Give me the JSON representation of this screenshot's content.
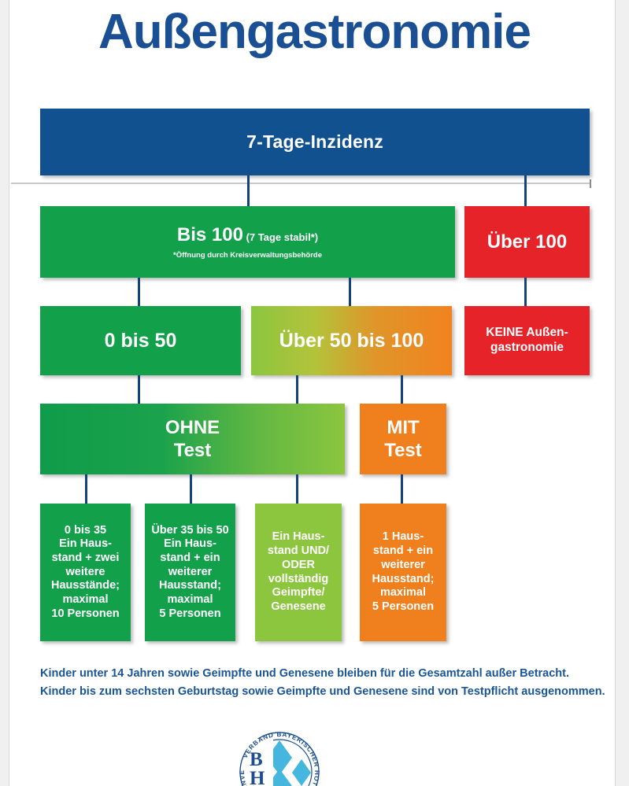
{
  "poster": {
    "title": "Außengastronomie",
    "header": {
      "label": "7-Tage-Inzidenz"
    },
    "colors": {
      "brand_blue": "#12518f",
      "title_blue": "#1a4f93",
      "connector_blue": "#14427c",
      "green": "#13a04b",
      "light_green": "#8cc63f",
      "orange": "#f07f1e",
      "red": "#e52329"
    },
    "row_incidence": [
      {
        "label": "Bis 100",
        "sub": "(7 Tage stabil*)",
        "note": "*Öffnung durch Kreisverwaltungsbehörde",
        "color": "green"
      },
      {
        "label": "Über 100",
        "color": "red"
      }
    ],
    "row_range": [
      {
        "label": "0 bis 50",
        "color": "green"
      },
      {
        "label": "Über 50 bis 100",
        "color": "green-to-orange-gradient"
      },
      {
        "label": "KEINE Außen-\ngastronomie",
        "color": "red"
      }
    ],
    "row_test": [
      {
        "line1": "OHNE",
        "line2": "Test",
        "color": "dark-green-to-light-green-gradient"
      },
      {
        "line1": "MIT",
        "line2": "Test",
        "color": "orange"
      }
    ],
    "row_rules": [
      {
        "text": "0 bis 35\nEin Haus-\nstand + zwei\nweitere\nHausstände;\nmaximal\n10 Personen",
        "color": "green"
      },
      {
        "text": "Über 35 bis 50\nEin Haus-\nstand + ein\nweiterer\nHausstand;\nmaximal\n5 Personen",
        "color": "green"
      },
      {
        "text": "Ein Haus-\nstand UND/\nODER\nvollständig\nGeimpfte/\nGenesene",
        "color": "light-green"
      },
      {
        "text": "1 Haus-\nstand + ein\nweiterer\nHausstand;\nmaximal\n5 Personen",
        "color": "orange"
      }
    ],
    "footnotes": [
      "Kinder unter 14 Jahren sowie Geimpfte und Genesene bleiben für die Gesamtzahl außer Betracht.",
      "Kinder bis zum sechsten Geburtstag sowie Geimpfte und Genesene sind von Testpflicht ausgenommen."
    ],
    "logo": {
      "letters": "BHG",
      "ring_text": "VERBAND BAYERISCHER HOTEL- UND GASTSTÄTTENVERBAND"
    }
  }
}
